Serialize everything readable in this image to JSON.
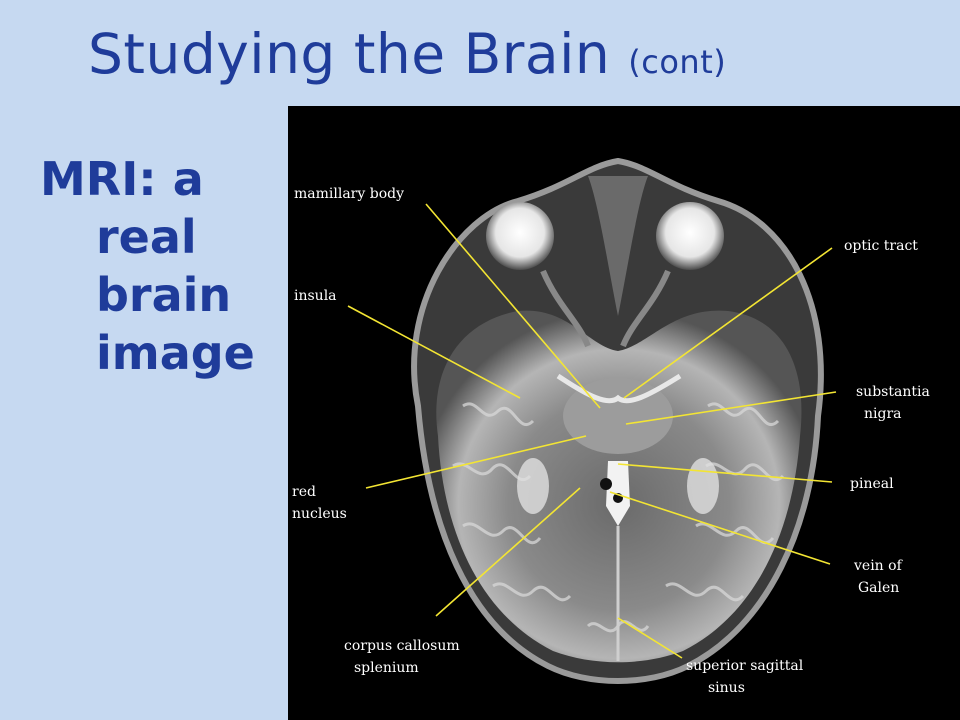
{
  "slide": {
    "title": "Studying the Brain",
    "title_suffix": "(cont)",
    "body": {
      "line1": "MRI: a",
      "line2": "real",
      "line3": "brain",
      "line4": "image"
    }
  },
  "mri_labels": {
    "mamillary_body": "mamillary body",
    "optic_tract": "optic tract",
    "insula": "insula",
    "substantia_1": "substantia",
    "substantia_2": "nigra",
    "pineal": "pineal",
    "red_nucleus_1": "red",
    "red_nucleus_2": "nucleus",
    "vein_1": "vein of",
    "vein_2": "Galen",
    "corpus_1": "corpus callosum",
    "corpus_2": "splenium",
    "sagittal_1": "superior sagittal",
    "sagittal_2": "sinus"
  },
  "colors": {
    "background": "#c6d9f1",
    "text": "#1f3c9a",
    "leader_lines": "#f3e533"
  }
}
